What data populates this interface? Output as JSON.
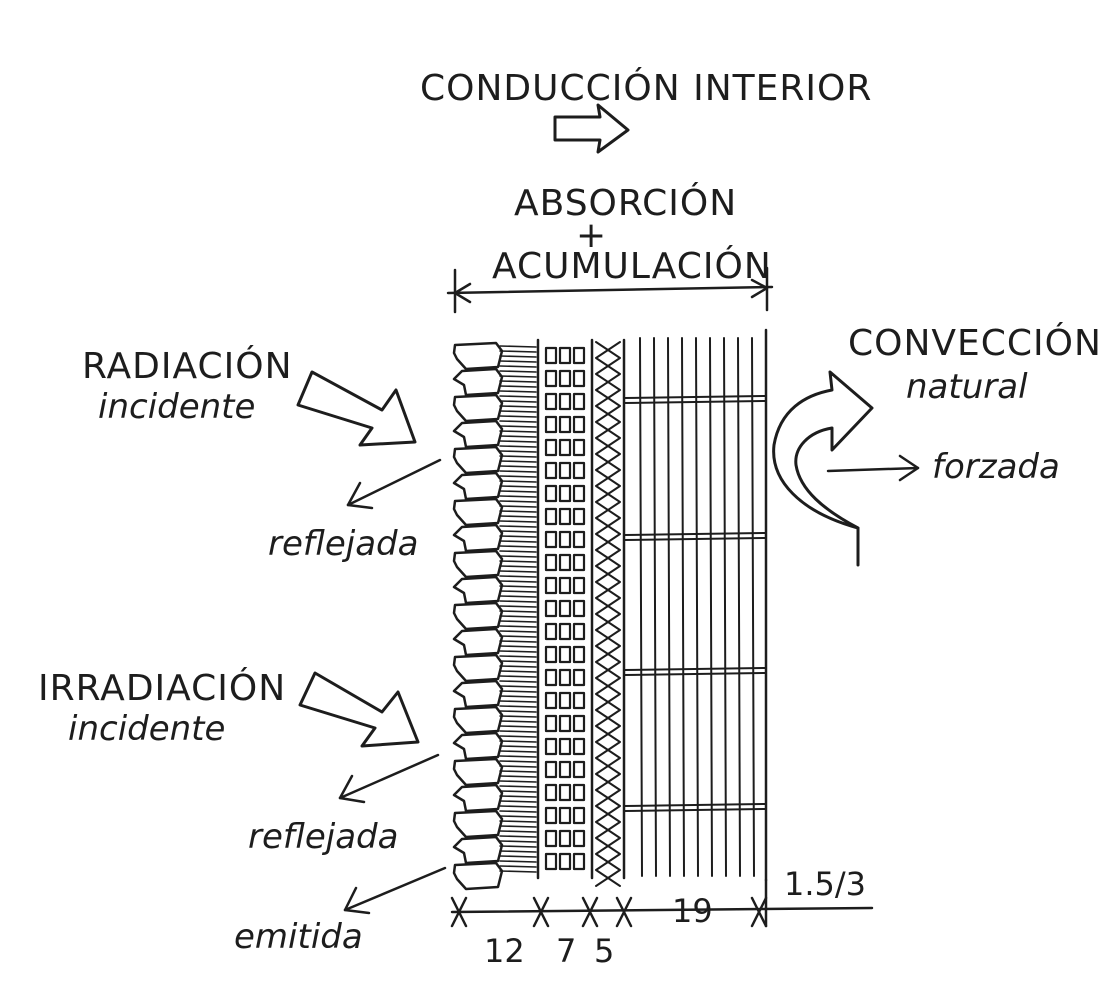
{
  "labels": {
    "conduction": "CONDUCCIÓN INTERIOR",
    "absorption": "ABSORCIÓN",
    "plus": "+",
    "accumulation": "ACUMULACIÓN",
    "convection": "CONVECCIÓN",
    "natural": "natural",
    "forced": "forzada",
    "radiation": "RADIACIÓN",
    "radiation_incident": "incidente",
    "radiation_reflected": "reflejada",
    "irradiation": "IRRADIACIÓN",
    "irradiation_incident": "incidente",
    "irradiation_reflected": "reflejada",
    "emitted": "emitida"
  },
  "dimensions": {
    "layer_1": "12",
    "layer_2": "7",
    "layer_3": "5",
    "layer_4": "19",
    "layer_5": "1.5/3"
  },
  "colors": {
    "ink": "#1d1d1d",
    "paper": "#ffffff"
  }
}
